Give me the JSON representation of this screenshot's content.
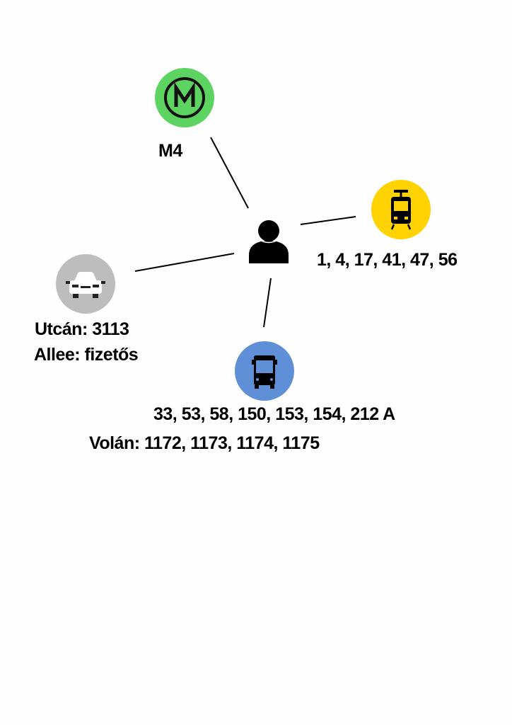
{
  "colors": {
    "metro": "#5dd462",
    "tram": "#ffd200",
    "car": "#bdbdbd",
    "bus": "#5f8fd6"
  },
  "metro": {
    "icon": "metro-m-icon",
    "label": "M4"
  },
  "tram": {
    "icon": "tram-icon",
    "label": "1, 4, 17, 41, 47, 56"
  },
  "car": {
    "icon": "car-icon",
    "lines": [
      "Utcán: 3113",
      "Allee: fizetős"
    ]
  },
  "bus": {
    "icon": "bus-icon",
    "lines": [
      "33, 53, 58, 150, 153, 154, 212 A",
      "Volán: 1172, 1173, 1174, 1175"
    ]
  },
  "center": {
    "icon": "person-icon"
  }
}
